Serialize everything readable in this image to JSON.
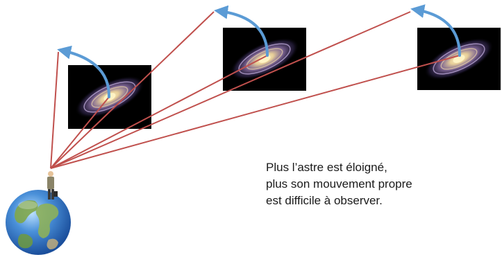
{
  "caption": {
    "lines": [
      "Plus l’astre est éloigné,",
      "plus son mouvement propre",
      "est difficile à observer."
    ]
  },
  "colors": {
    "sight_line": "#c0504d",
    "motion_arrow": "#5b9bd5",
    "galaxy_background": "#000000",
    "ocean": "#2f78c8",
    "land": "#7fa64a"
  },
  "icons": {
    "observer": "person-standing-icon",
    "earth": "earth-globe-icon",
    "galaxy": "spiral-galaxy-icon",
    "motion": "curved-arrow-icon"
  }
}
